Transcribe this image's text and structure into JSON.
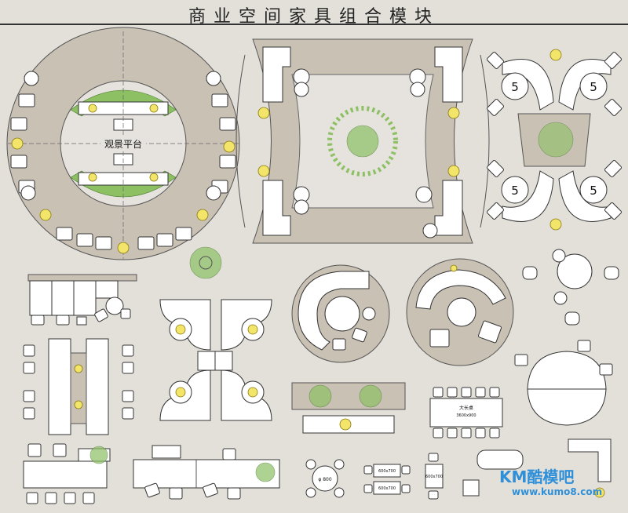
{
  "title": "商业空间家具组合模块",
  "labels": {
    "observation_platform": "观景平台",
    "seat_number": "5",
    "table_round_800": "φ 800",
    "table_600x700": "600x700",
    "long_table_name": "大长桌",
    "long_table_size": "3600x900"
  },
  "watermark": {
    "name": "KM酷模吧",
    "url": "www.kumo8.com"
  },
  "colors": {
    "background": "#e3e0da",
    "floor_tan": "#c9c1b4",
    "plant_green": "#8cc063",
    "lamp_yellow": "#f3e56a",
    "watermark_blue": "#2f8fd8"
  }
}
